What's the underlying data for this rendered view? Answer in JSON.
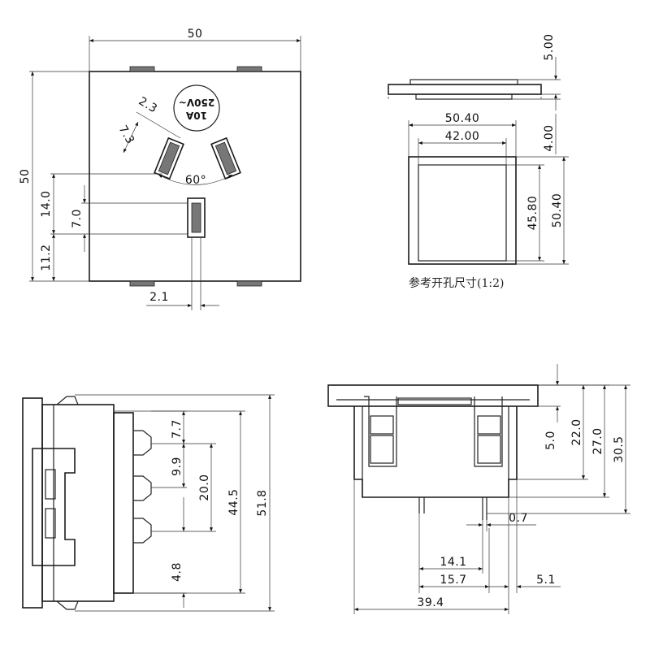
{
  "front_view": {
    "width": "50",
    "height": "50",
    "pin_gap": "2.3",
    "pin_width": "7.3",
    "angle": "60°",
    "earth_to_mid": "14.0",
    "earth_slot": "7.0",
    "bottom_offset": "11.2",
    "earth_slot_width": "2.1",
    "rating_line1": "10A",
    "rating_line2": "250V~"
  },
  "cutout_view": {
    "frame_depth": "5.00",
    "lip_depth": "4.00",
    "outer_width": "50.40",
    "inner_width": "42.00",
    "inner_height": "45.80",
    "outer_height": "50.40",
    "caption": "参考开孔尺寸(1:2)"
  },
  "side_view": {
    "pin_spacing_a": "7.7",
    "pin_spacing_b": "9.9",
    "pin_span": "20.0",
    "pin_bottom": "4.8",
    "body_height": "44.5",
    "total_height": "51.8"
  },
  "bottom_view": {
    "clip_height": "5.0",
    "body_depth_a": "22.0",
    "body_depth_b": "27.0",
    "total_depth": "30.5",
    "terminal": "0.7",
    "pin_offset_a": "14.1",
    "pin_offset_b": "15.7",
    "side_offset": "5.1",
    "total_width": "39.4"
  }
}
